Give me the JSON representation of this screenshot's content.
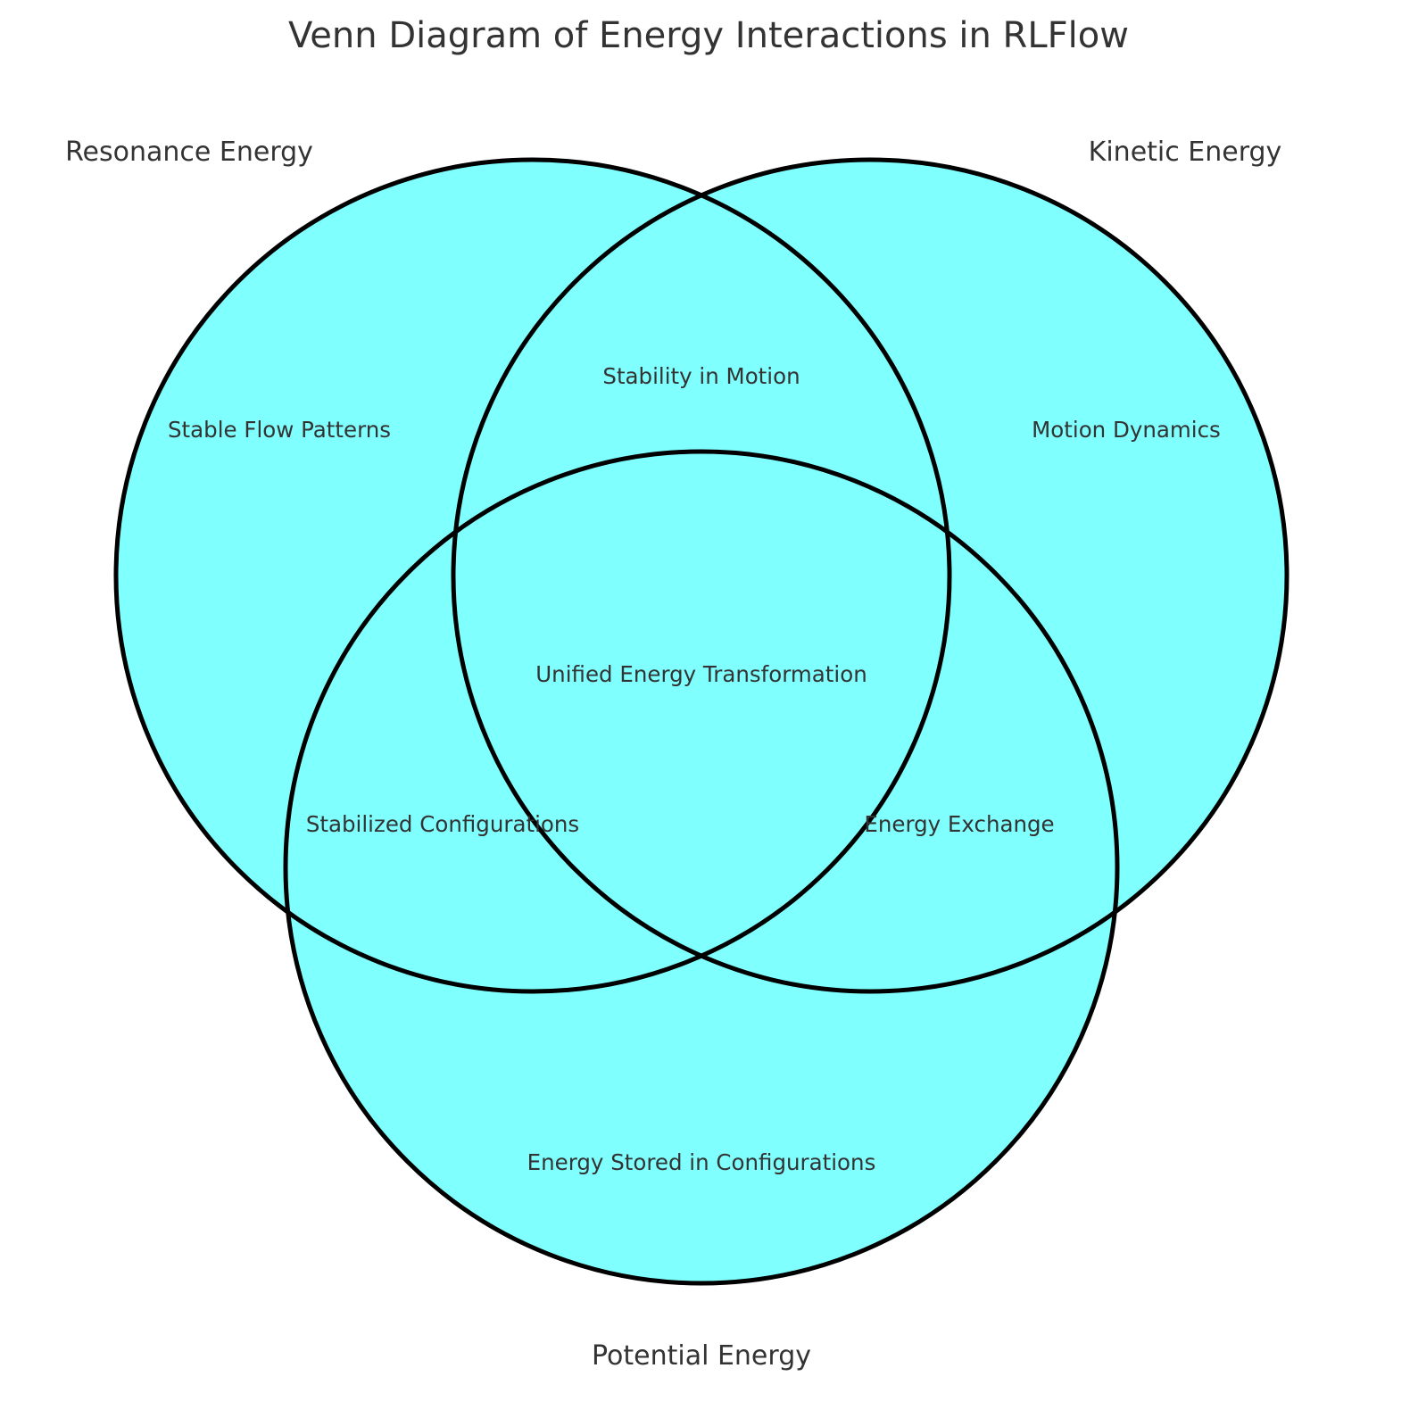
{
  "title": "Venn Diagram of Energy Interactions in RLFlow",
  "colors": {
    "fill": "#80ffff",
    "stroke": "#000000",
    "text": "#333333",
    "background": "#ffffff"
  },
  "sets": [
    {
      "id": "resonance",
      "label": "Resonance Energy",
      "position": "top-left"
    },
    {
      "id": "kinetic",
      "label": "Kinetic Energy",
      "position": "top-right"
    },
    {
      "id": "potential",
      "label": "Potential Energy",
      "position": "bottom"
    }
  ],
  "regions": {
    "resonance_only": "Stable Flow Patterns",
    "kinetic_only": "Motion Dynamics",
    "potential_only": "Energy Stored in Configurations",
    "resonance_kinetic": "Stability in Motion",
    "resonance_potential": "Stabilized Configurations",
    "kinetic_potential": "Energy Exchange",
    "all_three": "Unified Energy Transformation"
  }
}
